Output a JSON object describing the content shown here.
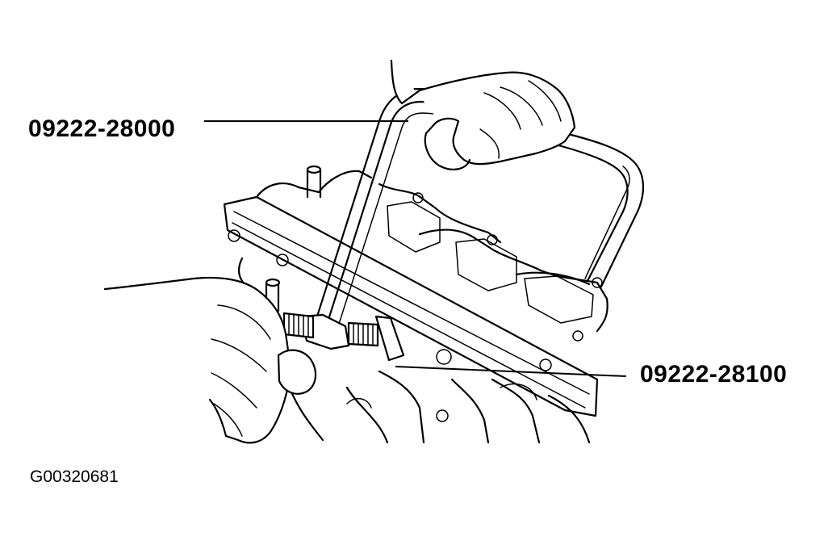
{
  "callouts": [
    {
      "part_number": "09222-28000"
    },
    {
      "part_number": "09222-28100"
    }
  ],
  "figure_id": "G00320681",
  "colors": {
    "ink": "#000000",
    "background": "#ffffff"
  }
}
